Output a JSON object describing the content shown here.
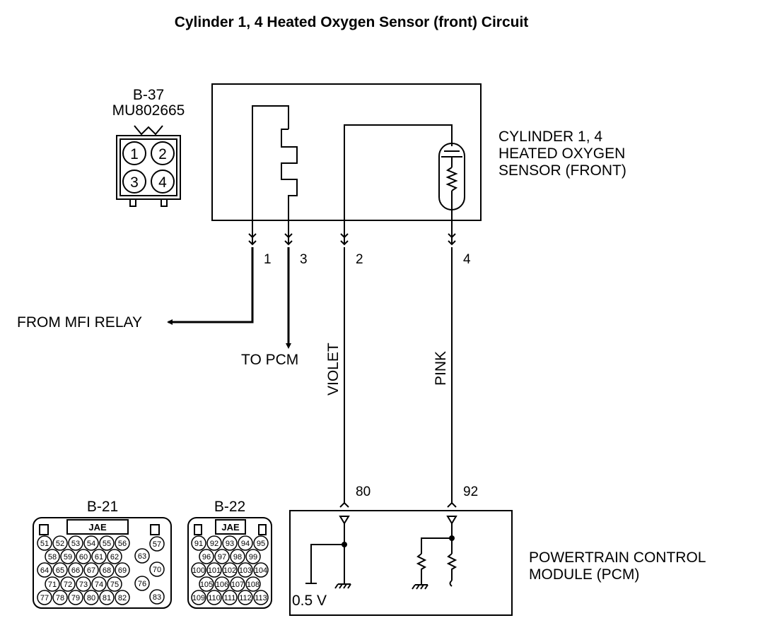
{
  "title": "Cylinder 1, 4 Heated Oxygen Sensor (front) Circuit",
  "sensor_connector": {
    "id": "B-37",
    "part_number": "MU802665",
    "pins": [
      "1",
      "2",
      "3",
      "4"
    ]
  },
  "sensor": {
    "name_lines": [
      "CYLINDER 1, 4",
      "HEATED OXYGEN",
      "SENSOR (FRONT)"
    ],
    "pins": [
      {
        "id": "pin1",
        "label": "1"
      },
      {
        "id": "pin3",
        "label": "3"
      },
      {
        "id": "pin2",
        "label": "2"
      },
      {
        "id": "pin4",
        "label": "4"
      }
    ]
  },
  "wires": {
    "from_mfi_relay": "FROM MFI RELAY",
    "to_pcm": "TO PCM",
    "violet": "VIOLET",
    "pink": "PINK"
  },
  "pcm": {
    "name_lines": [
      "POWERTRAIN CONTROL",
      "MODULE (PCM)"
    ],
    "pin_violet": "80",
    "pin_pink": "92",
    "voltage": "0.5 V"
  },
  "connector_b21": {
    "id": "B-21",
    "maker": "JAE",
    "rows": [
      [
        "51",
        "52",
        "53",
        "54",
        "55",
        "56"
      ],
      [
        "58",
        "59",
        "60",
        "61",
        "62"
      ],
      [
        "64",
        "65",
        "66",
        "67",
        "68",
        "69"
      ],
      [
        "71",
        "72",
        "73",
        "74",
        "75"
      ],
      [
        "77",
        "78",
        "79",
        "80",
        "81",
        "82"
      ]
    ],
    "side": [
      "57",
      "63",
      "70",
      "76",
      "83"
    ]
  },
  "connector_b22": {
    "id": "B-22",
    "maker": "JAE",
    "rows": [
      [
        "91",
        "92",
        "93",
        "94",
        "95"
      ],
      [
        "96",
        "97",
        "98",
        "99"
      ],
      [
        "100",
        "101",
        "102",
        "103",
        "104"
      ],
      [
        "105",
        "106",
        "107",
        "108"
      ],
      [
        "109",
        "110",
        "111",
        "112",
        "113"
      ]
    ]
  }
}
